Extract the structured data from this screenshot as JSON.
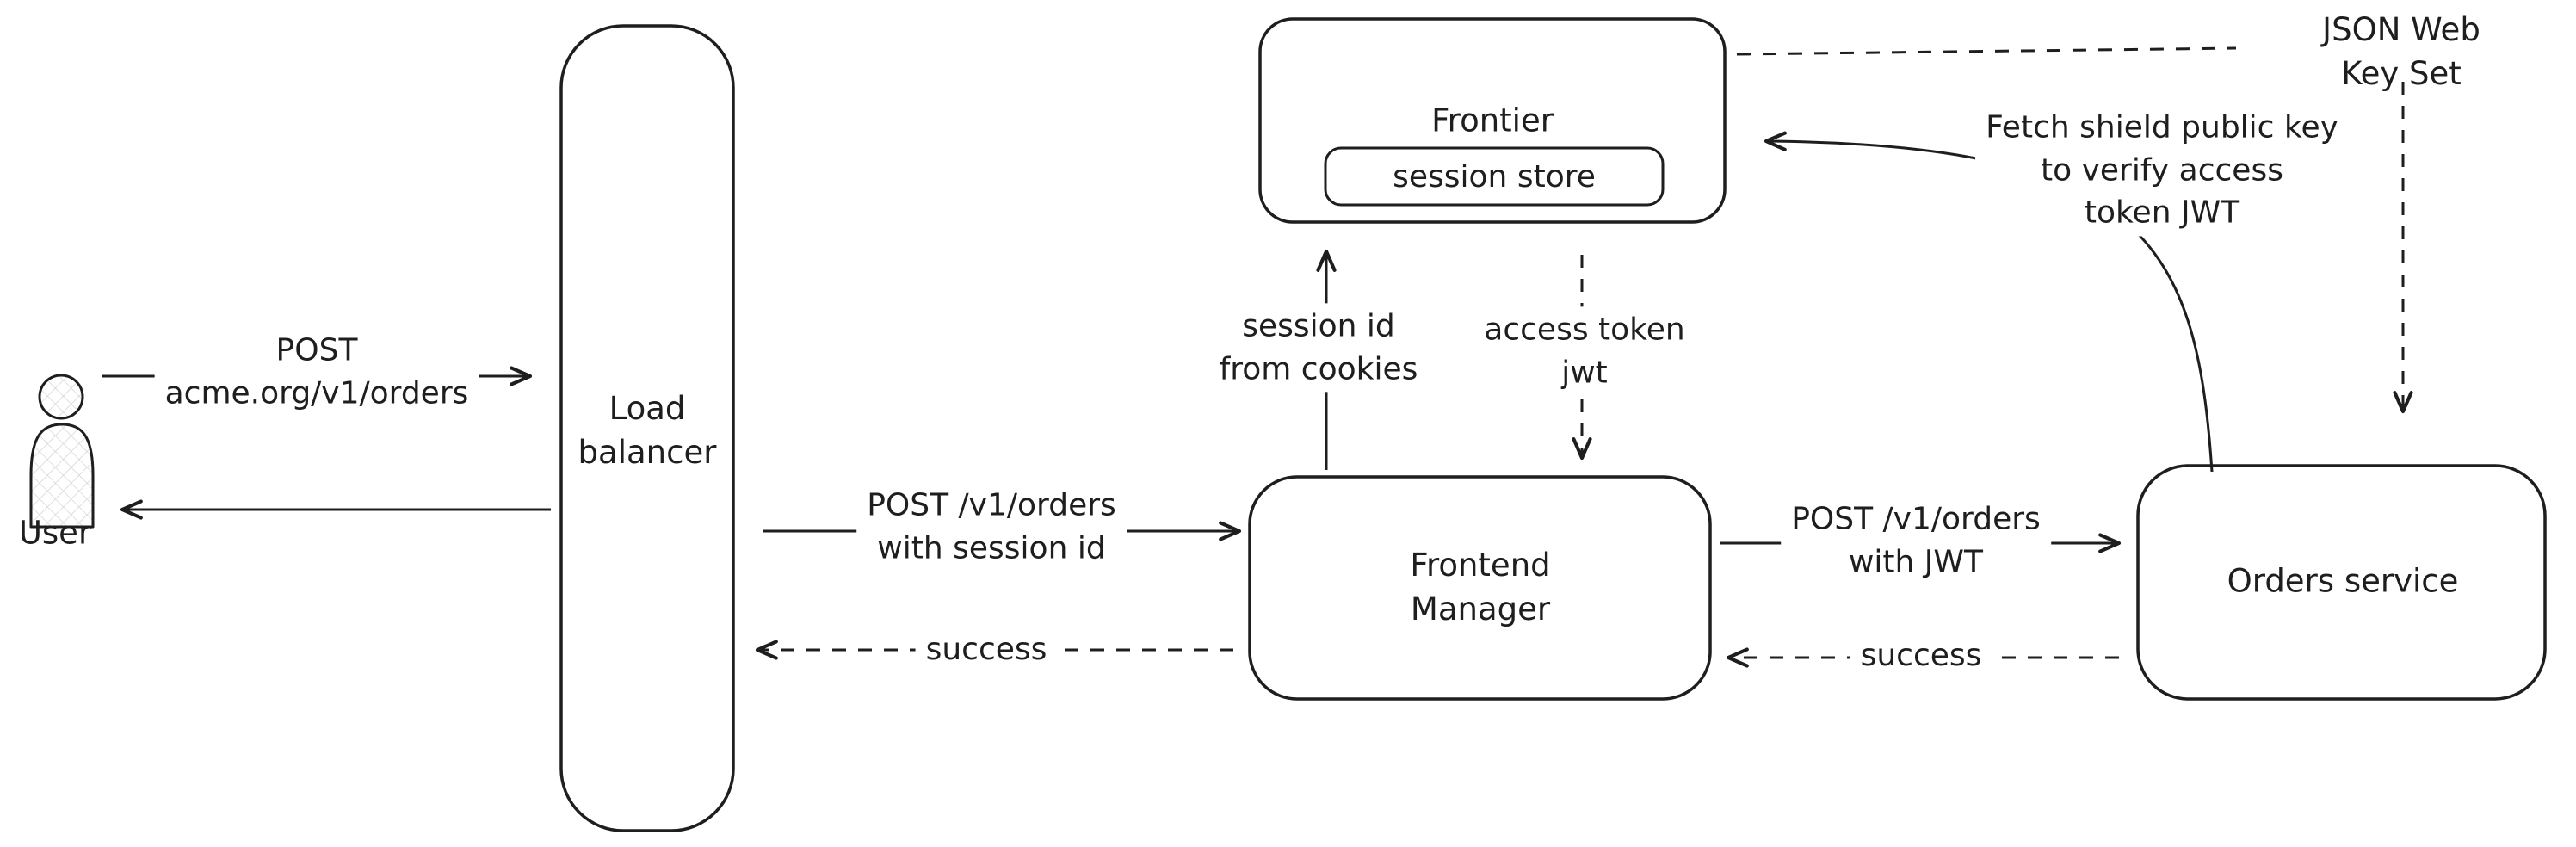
{
  "colors": {
    "stroke": "#1e1e1e",
    "background": "#ffffff",
    "hatch_fill": "#d6d6d6"
  },
  "nodes": {
    "user": {
      "label": "User"
    },
    "load_balancer": {
      "label": "Load\nbalancer"
    },
    "frontier": {
      "label": "Frontier"
    },
    "session_store": {
      "label": "session store"
    },
    "frontend_manager": {
      "label": "Frontend\nManager"
    },
    "orders_service": {
      "label": "Orders service"
    },
    "json_web_key_set": {
      "label": "JSON Web Key Set"
    }
  },
  "edges": {
    "user_to_load_balancer": {
      "label": "POST\nacme.org/v1/orders",
      "style": "solid"
    },
    "load_balancer_to_user": {
      "label": "",
      "style": "solid"
    },
    "load_balancer_to_frontend_manager": {
      "label": "POST /v1/orders\nwith session id",
      "style": "solid"
    },
    "frontend_manager_to_load_balancer": {
      "label": "success",
      "style": "dashed"
    },
    "frontend_manager_to_frontier": {
      "label": "session id\nfrom cookies",
      "style": "solid"
    },
    "frontier_to_frontend_manager": {
      "label": "access token\njwt",
      "style": "dashed"
    },
    "frontend_manager_to_orders_service": {
      "label": "POST /v1/orders\nwith JWT",
      "style": "solid"
    },
    "orders_service_to_frontend_manager": {
      "label": "success",
      "style": "dashed"
    },
    "orders_service_to_frontier": {
      "label": "Fetch shield public key\nto verify access\ntoken JWT",
      "style": "solid"
    },
    "frontier_to_json_web_key_set": {
      "label": "",
      "style": "dashed"
    },
    "json_web_key_set_to_orders_service": {
      "label": "",
      "style": "dashed"
    }
  }
}
